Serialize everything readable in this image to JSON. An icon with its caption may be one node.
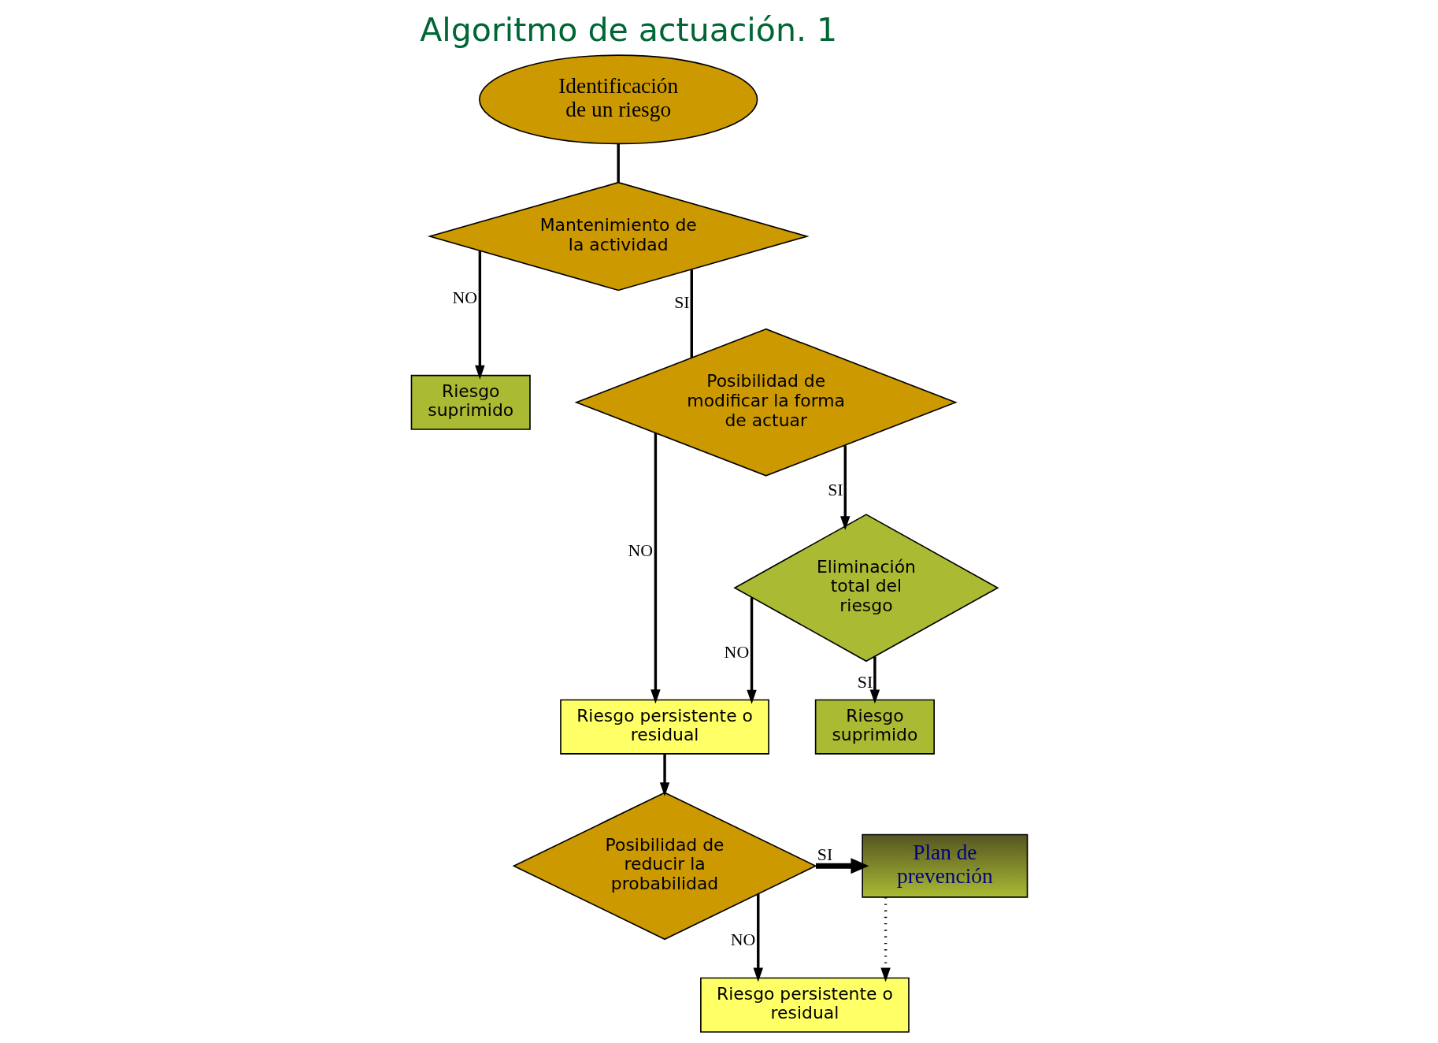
{
  "diagram": {
    "title": "Algoritmo de actuación. 1",
    "nodes": [
      {
        "text": [
          "Identificación de un riesgo"
        ]
      },
      {
        "text": [
          "Mantenimiento de la actividad"
        ]
      },
      {
        "text": [
          "Riesgo suprimido"
        ]
      },
      {
        "text": [
          "Posibilidad de modificar la forma de actuar"
        ]
      },
      {
        "text": [
          "Eliminación total del riesgo"
        ]
      },
      {
        "text": [
          "Riesgo persistente o residual"
        ]
      },
      {
        "text": [
          "Riesgo suprimido"
        ]
      },
      {
        "text": [
          "Posibilidad de reducir la probabilidad"
        ]
      },
      {
        "text": [
          "Plan de prevención"
        ]
      },
      {
        "text": [
          "Riesgo persistente o residual"
        ]
      }
    ],
    "edges": [
      {
        "from": 0,
        "to": 1,
        "arrow": "none"
      },
      {
        "from": 1,
        "to": 2,
        "arrow": "to",
        "label": "NO"
      },
      {
        "from": 1,
        "to": 3,
        "arrow": "none",
        "label": "SI"
      },
      {
        "from": 3,
        "to": 4,
        "arrow": "to",
        "label": "SI"
      },
      {
        "from": 3,
        "to": 5,
        "arrow": "to",
        "label": "NO"
      },
      {
        "from": 4,
        "to": 6,
        "arrow": "to",
        "label": "SI"
      },
      {
        "from": 4,
        "to": 5,
        "arrow": "to",
        "label": "NO"
      },
      {
        "from": 5,
        "to": 7,
        "arrow": "to"
      },
      {
        "from": 7,
        "to": 8,
        "arrow": "to",
        "label": "SI",
        "style": "thick"
      },
      {
        "from": 7,
        "to": 9,
        "arrow": "to",
        "label": "NO"
      },
      {
        "from": 8,
        "to": 9,
        "arrow": "to",
        "style": "dashed"
      }
    ]
  }
}
